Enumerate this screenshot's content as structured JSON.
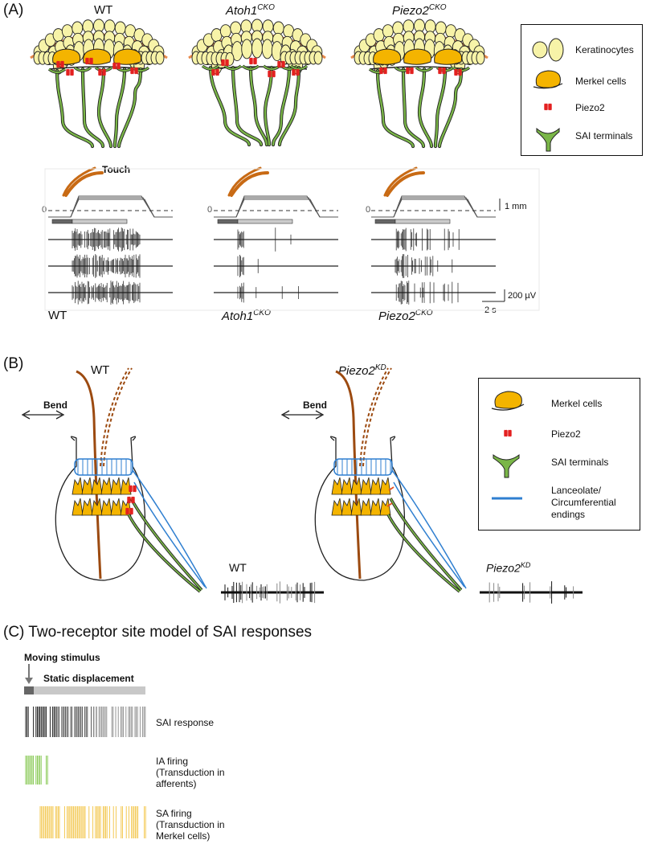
{
  "panelA": {
    "label": "(A)",
    "titles": [
      {
        "text": "WT",
        "sup": "",
        "italic": false
      },
      {
        "text": "Atoh1",
        "sup": "CKO",
        "italic": true
      },
      {
        "text": "Piezo2",
        "sup": "CKO",
        "italic": true
      }
    ],
    "legend": [
      "Keratinocytes",
      "Merkel cells",
      "Piezo2",
      "SAI terminals"
    ],
    "touch": "Touch",
    "zero": "0",
    "scale_mm": "1 mm",
    "scale_uv": "200 µV",
    "scale_s": "2 s",
    "bottom_labels": [
      {
        "text": "WT",
        "sup": ""
      },
      {
        "text": "Atoh1",
        "sup": "CKO"
      },
      {
        "text": "Piezo2",
        "sup": "CKO"
      }
    ]
  },
  "panelB": {
    "label": "(B)",
    "wt_title": "WT",
    "kd_title": "Piezo2",
    "kd_sup": "KD",
    "bend": "Bend",
    "legend": [
      "Merkel cells",
      "Piezo2",
      "SAI terminals",
      "Lanceolate/",
      "Circumferential",
      "endings"
    ],
    "trace_wt": "WT",
    "trace_kd": "Piezo2",
    "trace_kd_sup": "KD"
  },
  "panelC": {
    "title": "(C) Two-receptor site model of SAI responses",
    "moving": "Moving stimulus",
    "static": "Static displacement",
    "sai": "SAI response",
    "ia1": "IA firing",
    "ia2": "(Transduction in",
    "ia3": "afferents)",
    "sa1": "SA firing",
    "sa2": "(Transduction in",
    "sa3": "Merkel cells)"
  },
  "colors": {
    "keratinocyte": "#f7f3a8",
    "merkel": "#f4b400",
    "piezo": "#e32020",
    "terminal": "#7ab648",
    "hair": "#9c4a10",
    "lanceolate": "#2f7fd0",
    "ia": "#7cc444",
    "sa": "#f2c341"
  }
}
